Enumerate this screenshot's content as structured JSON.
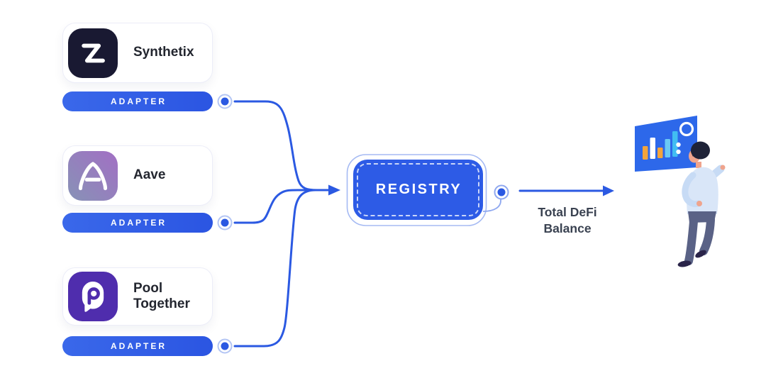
{
  "title": "DeFi adapters to registry diagram",
  "colors": {
    "accent_blue": "#2B59E2",
    "registry_blue": "#2D5BE6",
    "card_border": "#ECEDF8",
    "protocol_text": "#23262F",
    "output_text": "#3A4251",
    "synthetix_icon_bg": "#191932",
    "aave_gradient_start": "#8792B6",
    "aave_gradient_end": "#A26FC4",
    "pooltogether_icon_bg": "#4F2DAD",
    "dot_ring": "#B3C5F4",
    "board_blue": "#2D68EA",
    "bar_orange": "#F3A43C",
    "bar_lightblue": "#6BC9F4",
    "bar_cyan": "#41BDF2"
  },
  "protocols": [
    {
      "name": "Synthetix",
      "adapter_label": "ADAPTER",
      "icon": "synthetix-logo"
    },
    {
      "name": "Aave",
      "adapter_label": "ADAPTER",
      "icon": "aave-logo"
    },
    {
      "name": "Pool Together",
      "adapter_label": "ADAPTER",
      "icon": "pooltogether-logo"
    }
  ],
  "registry": {
    "label": "REGISTRY"
  },
  "output": {
    "line1": "Total DeFi",
    "line2": "Balance"
  },
  "illustration": {
    "name": "person-viewing-bar-chart"
  }
}
